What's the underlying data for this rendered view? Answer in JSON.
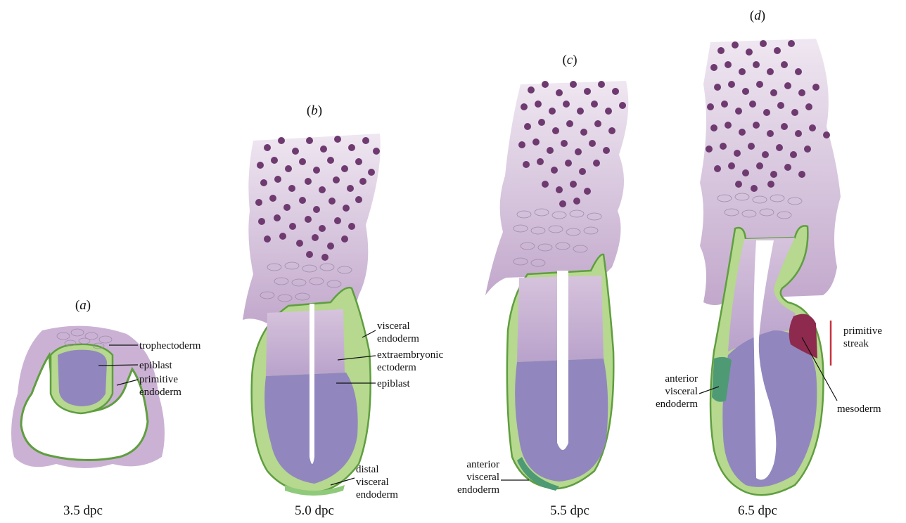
{
  "panels": {
    "a": {
      "letter": "a",
      "stage": "3.5 dpc",
      "labels": {
        "trophectoderm": "trophectoderm",
        "epiblast": "epiblast",
        "pe1": "primitive",
        "pe2": "endoderm"
      }
    },
    "b": {
      "letter": "b",
      "stage": "5.0 dpc",
      "labels": {
        "ve1": "visceral",
        "ve2": "endoderm",
        "exe1": "extraembryonic",
        "exe2": "ectoderm",
        "epiblast": "epiblast",
        "dve1": "distal",
        "dve2": "visceral",
        "dve3": "endoderm"
      }
    },
    "c": {
      "letter": "c",
      "stage": "5.5 dpc",
      "labels": {
        "ave1": "anterior",
        "ave2": "visceral",
        "ave3": "endoderm"
      }
    },
    "d": {
      "letter": "d",
      "stage": "6.5 dpc",
      "labels": {
        "ps1": "primitive",
        "ps2": "streak",
        "ave1": "anterior",
        "ave2": "visceral",
        "ave3": "endoderm",
        "mesoderm": "mesoderm"
      }
    }
  },
  "colors": {
    "tissue_light": "#ddcfe0",
    "tissue_mid": "#c6afcf",
    "ectoderm": "#c7aed0",
    "epiblast": "#9187be",
    "endoderm": "#b6d88f",
    "endoderm_edge": "#5f9e3f",
    "ave": "#4e9a74",
    "dve": "#8fca7a",
    "trophoblast_cells": "#6e3a70",
    "primitive_streak": "#8e2a4e",
    "streak_bar": "#c8323f"
  }
}
